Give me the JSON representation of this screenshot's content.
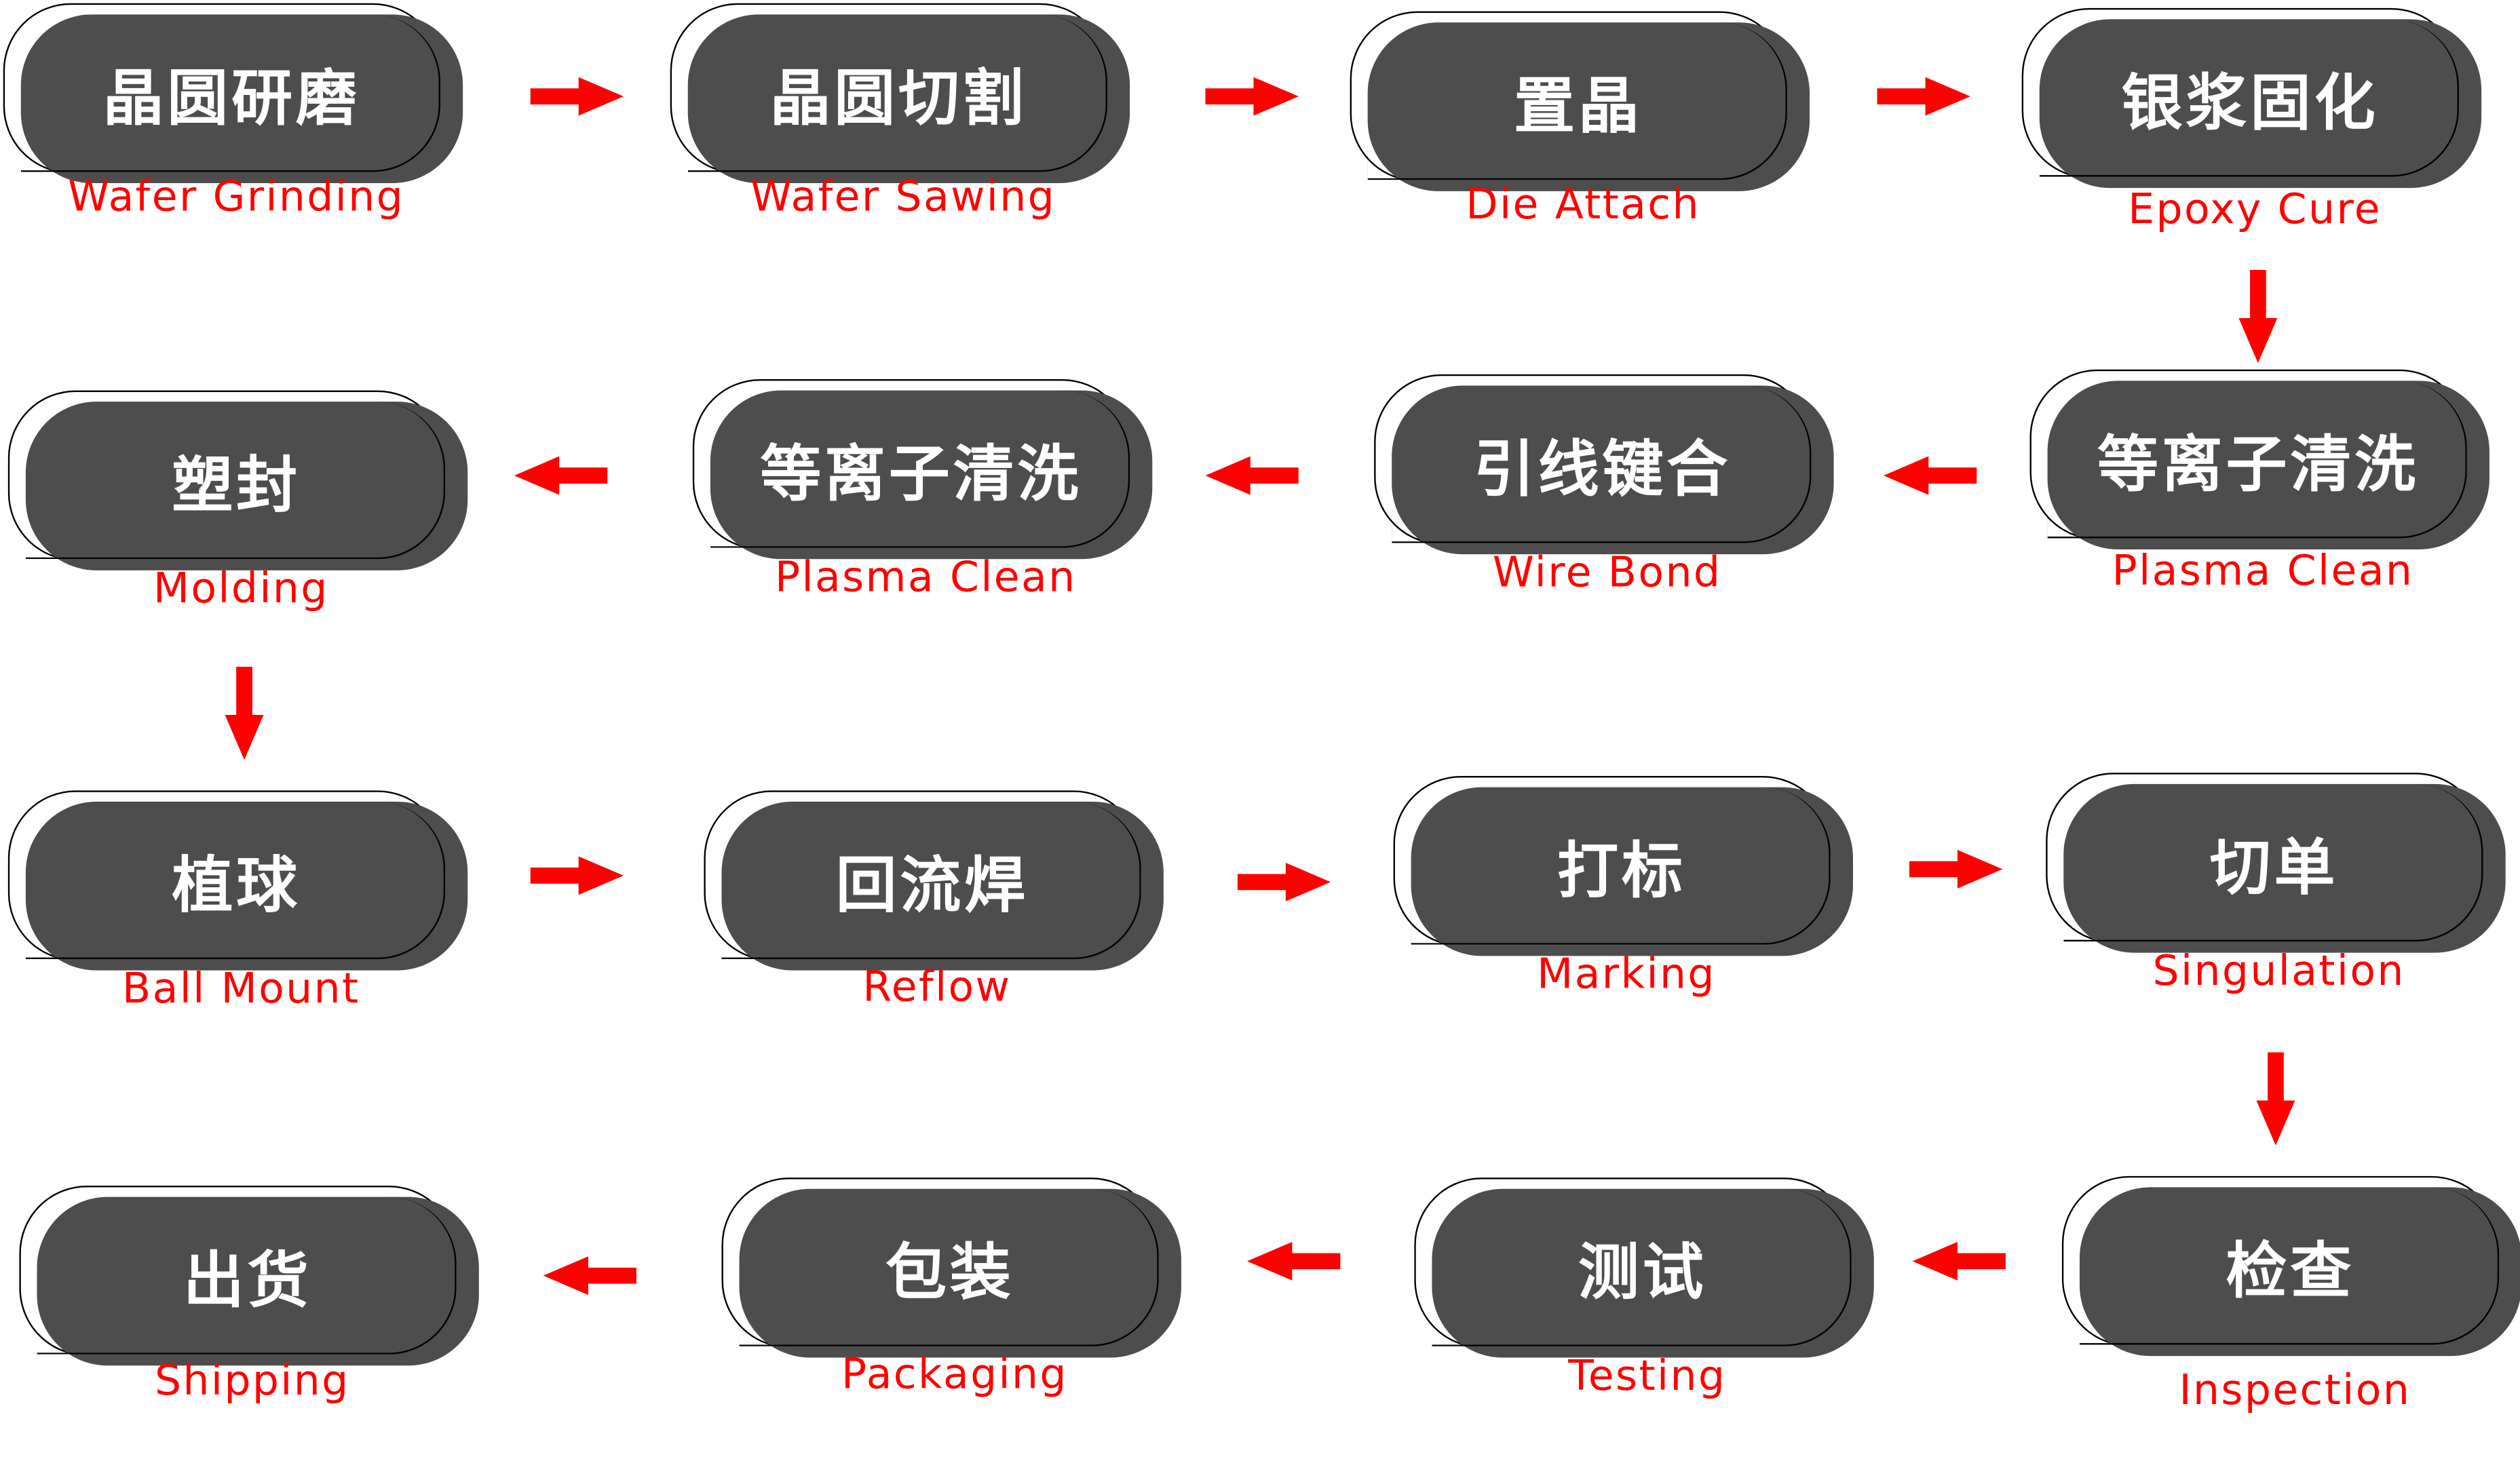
{
  "colors": {
    "box": "#4d4d4d",
    "label": "#ff0000",
    "arrow": "#ff0000"
  },
  "steps": [
    {
      "zh": "晶圆研磨",
      "en": "Wafer Grinding"
    },
    {
      "zh": "晶圆切割",
      "en": "Wafer Sawing"
    },
    {
      "zh": "置晶",
      "en": "Die Attach"
    },
    {
      "zh": "银浆固化",
      "en": "Epoxy Cure"
    },
    {
      "zh": "等离子清洗",
      "en": "Plasma Clean"
    },
    {
      "zh": "引线键合",
      "en": "Wire Bond"
    },
    {
      "zh": "等离子清洗",
      "en": "Plasma Clean"
    },
    {
      "zh": "塑封",
      "en": "Molding"
    },
    {
      "zh": "植球",
      "en": "Ball Mount"
    },
    {
      "zh": "回流焊",
      "en": "Reflow"
    },
    {
      "zh": "打标",
      "en": "Marking"
    },
    {
      "zh": "切单",
      "en": "Singulation"
    },
    {
      "zh": "检查",
      "en": "Inspection"
    },
    {
      "zh": "测试",
      "en": "Testing"
    },
    {
      "zh": "包装",
      "en": "Packaging"
    },
    {
      "zh": "出货",
      "en": "Shipping"
    }
  ],
  "arrows": [
    "right",
    "right",
    "right",
    "down",
    "left",
    "left",
    "left",
    "down",
    "right",
    "right",
    "right",
    "down",
    "left",
    "left",
    "left"
  ]
}
